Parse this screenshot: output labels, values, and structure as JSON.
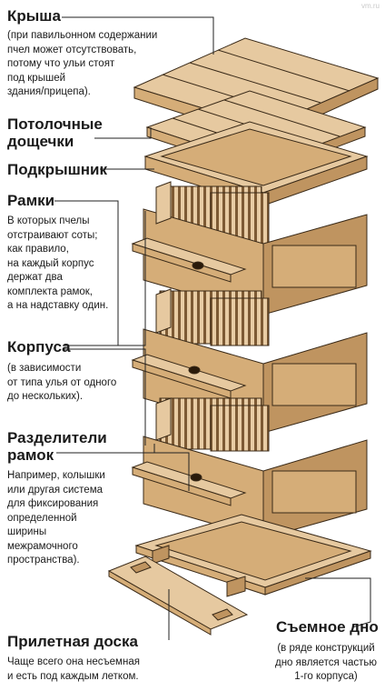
{
  "watermark": "vm.ru",
  "labels": {
    "roof": {
      "title": "Крыша",
      "note": [
        "(при павильонном содержании",
        "пчел может отсутствовать,",
        "потому что ульи стоят",
        "под крышей",
        "здания/прицепа)."
      ]
    },
    "ceiling_boards": {
      "title": [
        "Потолочные",
        "дощечки"
      ]
    },
    "subroof": {
      "title": "Подкрышник"
    },
    "frames": {
      "title": "Рамки",
      "note": [
        "В которых пчелы",
        "отстраивают соты;",
        "как правило,",
        "на каждый корпус",
        "держат два",
        "комплекта рамок,",
        "а на надставку один."
      ]
    },
    "bodies": {
      "title": "Корпуса",
      "note": [
        "(в зависимости",
        "от типа улья от одного",
        "до нескольких)."
      ]
    },
    "separators": {
      "title": [
        "Разделители",
        "рамок"
      ],
      "note": [
        "Например, колышки",
        "или другая система",
        "для фиксирования",
        "определенной",
        "ширины",
        "межрамочного",
        "пространства)."
      ]
    },
    "landing_board": {
      "title": "Прилетная доска",
      "note": [
        "Чаще всего она несъемная",
        "и есть под каждым летком."
      ]
    },
    "bottom": {
      "title": "Съемное дно",
      "note": [
        "(в ряде конструкций",
        "дно является частью",
        "1-го корпуса)"
      ]
    }
  },
  "colors": {
    "wood_top": "#e6c9a0",
    "wood_side": "#d5ad78",
    "wood_dark": "#bf9460",
    "outline": "#3a2a18",
    "leader": "#222222"
  }
}
